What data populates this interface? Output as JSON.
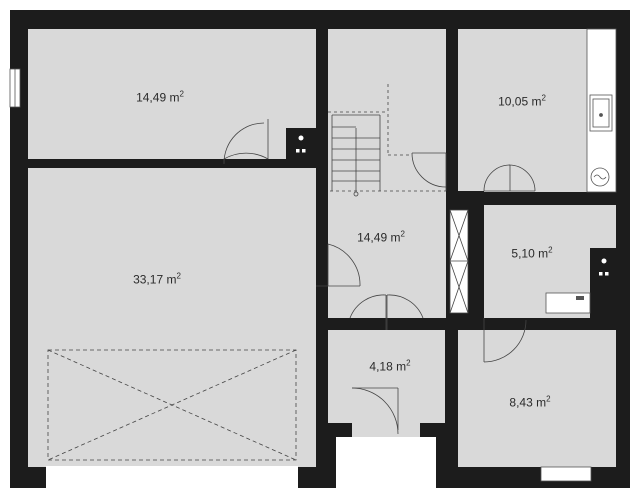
{
  "plan": {
    "unit": "m",
    "unit_exponent": "2",
    "colors": {
      "wall": "#1c1c1c",
      "floor": "#d9d9d9",
      "line": "#555555",
      "outside": "#ffffff"
    },
    "rooms": [
      {
        "id": "room-a",
        "area": "14,49"
      },
      {
        "id": "room-b",
        "area": "10,05"
      },
      {
        "id": "room-c",
        "area": "33,17"
      },
      {
        "id": "room-d",
        "area": "14,49"
      },
      {
        "id": "room-e",
        "area": "5,10"
      },
      {
        "id": "room-f",
        "area": "4,18"
      },
      {
        "id": "room-g",
        "area": "8,43"
      }
    ]
  }
}
